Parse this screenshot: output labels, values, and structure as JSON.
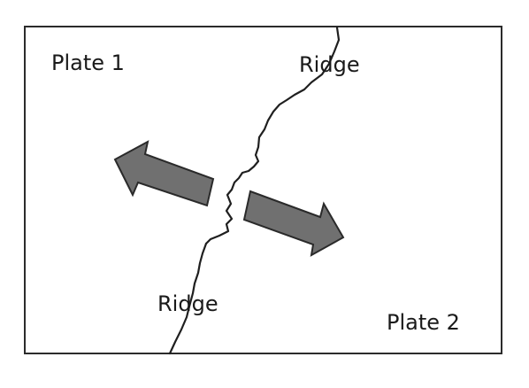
{
  "labels": {
    "plate_1": "Plate 1",
    "plate_2": "Plate 2",
    "ridge_top": "Ridge",
    "ridge_bottom": "Ridge"
  },
  "colors": {
    "frame": "#2b2b2b",
    "ridge_line": "#1f1f1f",
    "arrow_fill": "#707070",
    "arrow_stroke": "#2a2a2a",
    "text": "#1a1a1a",
    "background": "#ffffff"
  }
}
